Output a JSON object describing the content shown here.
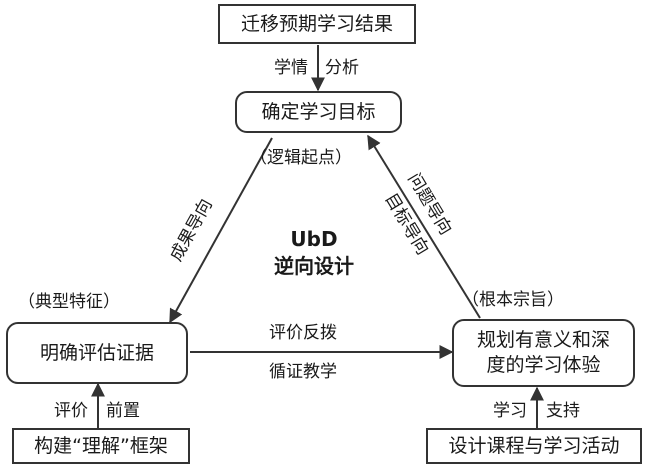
{
  "boxes": {
    "top_input": "迁移预期学习结果",
    "goal": "确定学习目标",
    "evidence": "明确评估证据",
    "experience": "规划有意义和深度的学习体验",
    "left_input": "构建“理解”框架",
    "right_input": "设计课程与学习活动"
  },
  "annotations": {
    "logic_start": "（逻辑起点）",
    "typical_feature": "（典型特征）",
    "fundamental_aim": "（根本宗旨）"
  },
  "center": {
    "line1": "UbD",
    "line2": "逆向设计"
  },
  "edges": {
    "top_left": "学情",
    "top_right": "分析",
    "left_diag": "成果导向",
    "right_diag_outer": "问题导向",
    "right_diag_inner": "目标导向",
    "bottom_top": "评价反拨",
    "bottom_bottom": "循证教学",
    "left_up_left": "评价",
    "left_up_right": "前置",
    "right_up_left": "学习",
    "right_up_right": "支持"
  }
}
